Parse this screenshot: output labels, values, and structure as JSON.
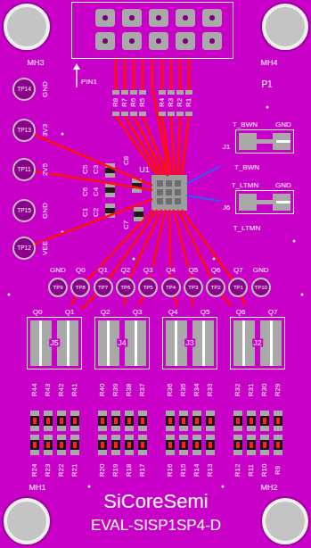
{
  "diagram": {
    "nodes": [
      {
        "text": [
          "MH3"
        ]
      },
      {
        "text": [
          "MH4"
        ]
      },
      {
        "text": [
          "P1"
        ]
      },
      {
        "text": [
          "TP14",
          "GND"
        ]
      },
      {
        "text": [
          "TP13",
          "3V3"
        ]
      },
      {
        "text": [
          "TP11",
          "2V5"
        ]
      },
      {
        "text": [
          "TP15",
          "GND"
        ]
      },
      {
        "text": [
          "TP12",
          "VEE"
        ]
      },
      {
        "text": [
          "U1"
        ]
      },
      {
        "text": [
          "T_BWN",
          "GND",
          "J1",
          "T_BWN"
        ]
      },
      {
        "text": [
          "T_LTMN",
          "GND",
          "J6",
          "T_LTMN"
        ]
      },
      {
        "text": [
          "TP9",
          "GND"
        ]
      },
      {
        "text": [
          "TP8",
          "Q0"
        ]
      },
      {
        "text": [
          "TP7",
          "Q1"
        ]
      },
      {
        "text": [
          "TP6",
          "Q2"
        ]
      },
      {
        "text": [
          "TP5",
          "Q3"
        ]
      },
      {
        "text": [
          "TP4",
          "Q4"
        ]
      },
      {
        "text": [
          "TP3",
          "Q5"
        ]
      },
      {
        "text": [
          "TP2",
          "Q6"
        ]
      },
      {
        "text": [
          "TP1",
          "Q7"
        ]
      },
      {
        "text": [
          "TP10",
          "GND"
        ]
      },
      {
        "text": [
          "Q0",
          "Q1",
          "J5"
        ]
      },
      {
        "text": [
          "Q2",
          "Q3",
          "J4"
        ]
      },
      {
        "text": [
          "Q4",
          "Q5",
          "J3"
        ]
      },
      {
        "text": [
          "Q6",
          "Q7",
          "J2"
        ]
      },
      {
        "text": [
          "MH1"
        ]
      },
      {
        "text": [
          "MH2"
        ]
      }
    ],
    "edges": [
      {
        "from": 2,
        "to": 8,
        "arrow": "none"
      },
      {
        "from": 8,
        "to": 9,
        "arrow": "none"
      },
      {
        "from": 8,
        "to": 10,
        "arrow": "none"
      },
      {
        "from": 4,
        "to": 8,
        "arrow": "none"
      },
      {
        "from": 5,
        "to": 8,
        "arrow": "none"
      },
      {
        "from": 7,
        "to": 8,
        "arrow": "none"
      },
      {
        "from": 8,
        "to": 12,
        "arrow": "none"
      },
      {
        "from": 8,
        "to": 13,
        "arrow": "none"
      },
      {
        "from": 8,
        "to": 14,
        "arrow": "none"
      },
      {
        "from": 8,
        "to": 15,
        "arrow": "none"
      },
      {
        "from": 8,
        "to": 16,
        "arrow": "none"
      },
      {
        "from": 8,
        "to": 17,
        "arrow": "none"
      },
      {
        "from": 8,
        "to": 18,
        "arrow": "none"
      },
      {
        "from": 8,
        "to": 19,
        "arrow": "none"
      },
      {
        "from": 12,
        "to": 21,
        "arrow": "none"
      },
      {
        "from": 13,
        "to": 21,
        "arrow": "none"
      },
      {
        "from": 14,
        "to": 22,
        "arrow": "none"
      },
      {
        "from": 15,
        "to": 22,
        "arrow": "none"
      },
      {
        "from": 16,
        "to": 23,
        "arrow": "none"
      },
      {
        "from": 17,
        "to": 23,
        "arrow": "none"
      },
      {
        "from": 18,
        "to": 24,
        "arrow": "none"
      },
      {
        "from": 19,
        "to": 24,
        "arrow": "none"
      }
    ],
    "labels": [
      "PIN1",
      "R8",
      "R7",
      "R6",
      "R5",
      "R4",
      "R3",
      "R2",
      "R1",
      "C5",
      "C3",
      "C6",
      "C4",
      "C1",
      "C2",
      "C8",
      "C7",
      "R44",
      "R43",
      "R42",
      "R41",
      "R40",
      "R39",
      "R38",
      "R37",
      "R36",
      "R35",
      "R34",
      "R33",
      "R32",
      "R31",
      "R30",
      "R29",
      "R24",
      "R23",
      "R22",
      "R21",
      "R20",
      "R19",
      "R18",
      "R17",
      "R16",
      "R15",
      "R14",
      "R13",
      "R12",
      "R11",
      "R10",
      "R9",
      "SiCoreSemi",
      "EVAL-SISP1SP4-D"
    ]
  }
}
